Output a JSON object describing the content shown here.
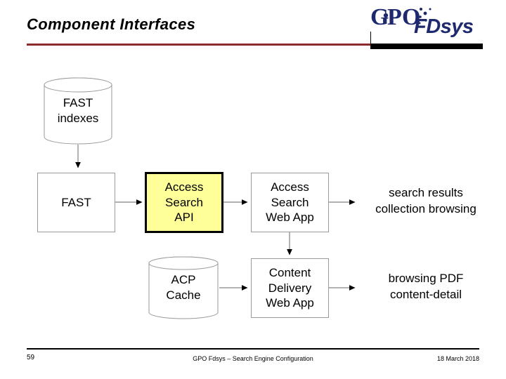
{
  "slide": {
    "title": "Component Interfaces",
    "accent_rule_color": "#8C2B2B",
    "background_color": "#FFFFFF"
  },
  "logo": {
    "brand": "GPO",
    "product": "FDsys",
    "brand_color": "#1F2A6E",
    "bar_color": "#000000"
  },
  "diagram": {
    "nodes": [
      {
        "id": "fast-indexes",
        "label": "FAST\nindexes",
        "line1": "FAST",
        "line2": "indexes",
        "shape": "cylinder",
        "fill": "#FFFFFF",
        "stroke": "#9A9A9A"
      },
      {
        "id": "fast",
        "label": "FAST",
        "line1": "FAST",
        "shape": "rectangle",
        "fill": "#FFFFFF",
        "stroke": "#9A9A9A"
      },
      {
        "id": "access-search-api",
        "label": "Access Search API",
        "line1": "Access",
        "line2": "Search",
        "line3": "API",
        "shape": "rectangle",
        "fill": "#FFFF99",
        "stroke": "#000000",
        "highlighted": true
      },
      {
        "id": "access-search-web-app",
        "label": "Access Search Web App",
        "line1": "Access",
        "line2": "Search",
        "line3": "Web App",
        "shape": "rectangle",
        "fill": "#FFFFFF",
        "stroke": "#9A9A9A"
      },
      {
        "id": "acp-cache",
        "label": "ACP Cache",
        "line1": "ACP",
        "line2": "Cache",
        "shape": "cylinder",
        "fill": "#FFFFFF",
        "stroke": "#9A9A9A"
      },
      {
        "id": "content-delivery-web-app",
        "label": "Content Delivery Web App",
        "line1": "Content",
        "line2": "Delivery",
        "line3": "Web App",
        "shape": "rectangle",
        "fill": "#FFFFFF",
        "stroke": "#9A9A9A"
      }
    ],
    "annotations": [
      {
        "id": "search-output",
        "line1": "search results",
        "line2": "collection browsing"
      },
      {
        "id": "delivery-output",
        "line1": "browsing PDF",
        "line2": "content-detail"
      }
    ],
    "connectors": [
      {
        "from": "fast-indexes",
        "to": "fast",
        "direction": "down"
      },
      {
        "from": "fast",
        "to": "access-search-api",
        "direction": "right"
      },
      {
        "from": "access-search-api",
        "to": "access-search-web-app",
        "direction": "right"
      },
      {
        "from": "access-search-web-app",
        "to": "search-output",
        "direction": "right"
      },
      {
        "from": "access-search-web-app",
        "to": "content-delivery-web-app",
        "direction": "down"
      },
      {
        "from": "acp-cache",
        "to": "content-delivery-web-app",
        "direction": "right"
      },
      {
        "from": "content-delivery-web-app",
        "to": "delivery-output",
        "direction": "right"
      }
    ]
  },
  "footer": {
    "page_number": "59",
    "center_text": "GPO Fdsys – Search Engine Configuration",
    "date": "18 March 2018"
  }
}
